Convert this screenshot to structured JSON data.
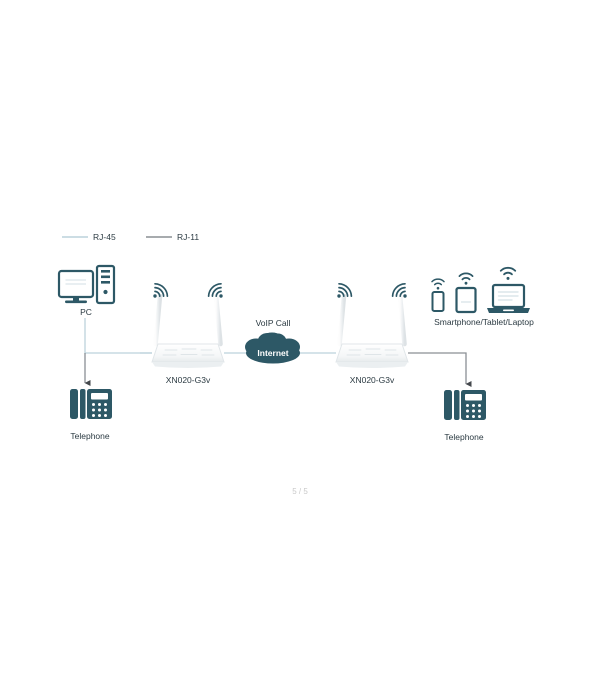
{
  "page": {
    "indicator": "5 / 5",
    "background": "#ffffff"
  },
  "legend": {
    "items": [
      {
        "label": "RJ-45",
        "color": "#bcd2dc",
        "name": "legend-rj45"
      },
      {
        "label": "RJ-11",
        "color": "#8a8f94",
        "name": "legend-rj11"
      }
    ]
  },
  "colors": {
    "device_teal": "#2d5866",
    "device_teal_dark": "#27505e",
    "cloud": "#2d5866",
    "router_body": "#f2f4f5",
    "router_edge": "#dfe4e7",
    "antenna": "#e8ebed",
    "wifi": "#2d5866",
    "text": "#2b3a42",
    "rj45_line": "#bcd2dc",
    "rj11_line": "#8a8f94",
    "page_text": "#c9c9c9"
  },
  "nodes": {
    "pc": {
      "label": "PC",
      "icon": "desktop-computer-icon"
    },
    "router_left": {
      "label": "XN020-G3v",
      "icon": "wifi-router-icon"
    },
    "router_right": {
      "label": "XN020-G3v",
      "icon": "wifi-router-icon"
    },
    "cloud": {
      "label": "Internet",
      "icon": "cloud-icon"
    },
    "voip": {
      "label": "VoIP Call"
    },
    "phone_left": {
      "label": "Telephone",
      "icon": "desk-telephone-icon"
    },
    "phone_right": {
      "label": "Telephone",
      "icon": "desk-telephone-icon"
    },
    "clients": {
      "label": "Smartphone/Tablet/Laptop",
      "icons": [
        "smartphone-icon",
        "tablet-icon",
        "laptop-icon"
      ]
    }
  }
}
